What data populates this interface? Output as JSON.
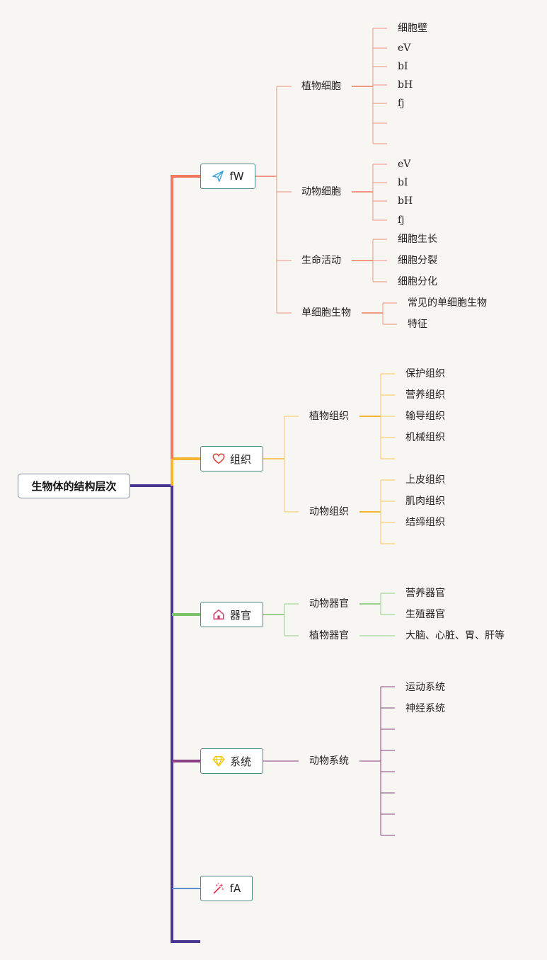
{
  "root": {
    "label": "生物体的结构层次"
  },
  "nodes": {
    "cell": {
      "label": "fW",
      "icon": "paper-plane-icon",
      "color": "#f08060",
      "subs": {
        "plant_cell": {
          "label": "植物细胞",
          "leaves": [
            "细胞壁",
            "eV",
            "bI",
            "bH",
            "fj"
          ]
        },
        "animal_cell": {
          "label": "动物细胞",
          "leaves": [
            "eV",
            "bI",
            "bH",
            "fj"
          ]
        },
        "life": {
          "label": "生命活动",
          "leaves": [
            "细胞生长",
            "细胞分裂",
            "细胞分化"
          ]
        },
        "single": {
          "label": "单细胞生物",
          "leaves": [
            "常见的单细胞生物",
            "特征"
          ]
        }
      }
    },
    "tissue": {
      "label": "组织",
      "icon": "heart-icon",
      "color": "#f5b731",
      "subs": {
        "plant_tissue": {
          "label": "植物组织",
          "leaves": [
            "保护组织",
            "营养组织",
            "输导组织",
            "机械组织"
          ]
        },
        "animal_tissue": {
          "label": "动物组织",
          "leaves": [
            "上皮组织",
            "肌肉组织",
            "结缔组织"
          ]
        }
      }
    },
    "organ": {
      "label": "器官",
      "icon": "house-icon",
      "color": "#7cc36a",
      "subs": {
        "animal_organ": {
          "label": "动物器官",
          "leaves": [
            "营养器官",
            "生殖器官"
          ]
        },
        "plant_organ": {
          "label": "植物器官",
          "leaves": [
            "大脑、心脏、胃、肝等"
          ]
        }
      }
    },
    "system": {
      "label": "系统",
      "icon": "diamond-icon",
      "color": "#8b3f86",
      "subs": {
        "animal_system": {
          "label": "动物系统",
          "leaves": [
            "运动系统",
            "神经系统"
          ]
        }
      }
    },
    "body": {
      "label": "fA",
      "icon": "magic-wand-icon",
      "color": "#5b8fd0"
    }
  },
  "trunk_color": "#4a3590"
}
